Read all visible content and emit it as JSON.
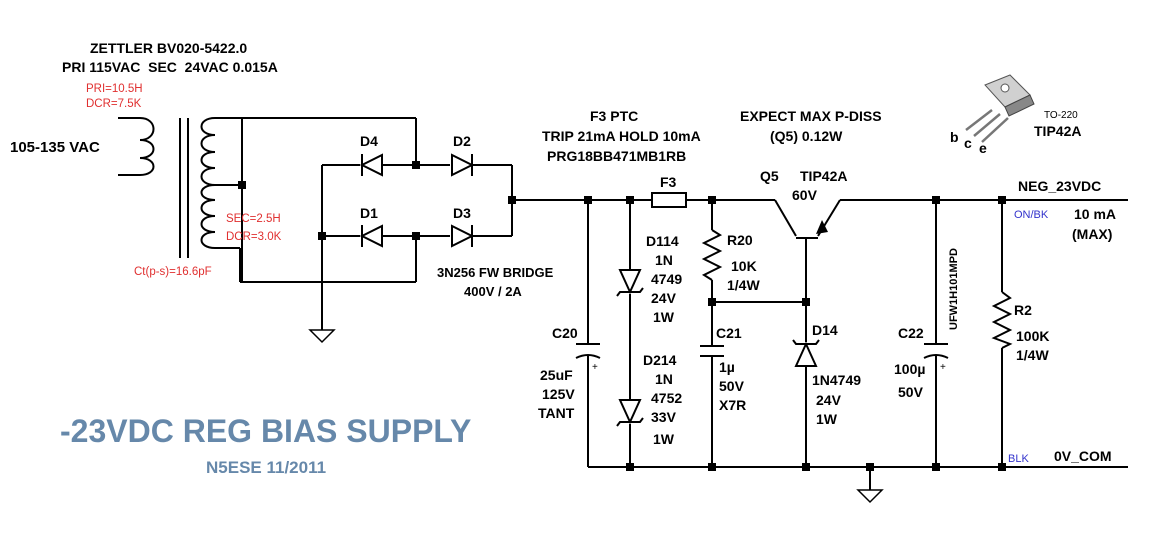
{
  "transformer": {
    "part": "ZETTLER BV020-5422.0",
    "rating": "PRI 115VAC  SEC  24VAC 0.015A",
    "pri_l": "PRI=10.5H",
    "pri_dcr": "DCR=7.5K",
    "sec_l": "SEC=2.5H",
    "sec_dcr": "DCR=3.0K",
    "cps": "Ct(p-s)=16.6pF"
  },
  "input": "105-135 VAC",
  "bridge": {
    "d4": "D4",
    "d2": "D2",
    "d1": "D1",
    "d3": "D3",
    "part": "3N256 FW BRIDGE",
    "rating": "400V / 2A"
  },
  "f3": {
    "title": "F3 PTC",
    "trip": "TRIP 21mA HOLD 10mA",
    "part": "PRG18BB471MB1RB",
    "ref": "F3"
  },
  "pdiss": {
    "line1": "EXPECT MAX P-DISS",
    "line2": "(Q5) 0.12W"
  },
  "q5": {
    "ref": "Q5",
    "part": "TIP42A",
    "volt": "60V"
  },
  "to220": {
    "pkg": "TO-220",
    "part": "TIP42A",
    "b": "b",
    "c": "c",
    "e": "e"
  },
  "output": {
    "net": "NEG_23VDC",
    "wire": "ON/BK",
    "current": "10 mA",
    "max": "(MAX)",
    "com_wire": "BLK",
    "com": "0V_COM"
  },
  "c20": {
    "ref": "C20",
    "val": "25uF",
    "volt": "125V",
    "type": "TANT"
  },
  "d114": {
    "ref": "D114",
    "l1": "1N",
    "l2": "4749",
    "l3": "24V",
    "l4": "1W"
  },
  "d214": {
    "ref": "D214",
    "l1": "1N",
    "l2": "4752",
    "l3": "33V",
    "l4": "1W"
  },
  "r20": {
    "ref": "R20",
    "val": "10K",
    "pwr": "1/4W"
  },
  "c21": {
    "ref": "C21",
    "val": "1µ",
    "volt": "50V",
    "type": "X7R"
  },
  "d14": {
    "ref": "D14",
    "part": "1N4749",
    "volt": "24V",
    "pwr": "1W"
  },
  "c22": {
    "ref": "C22",
    "val": "100µ",
    "volt": "50V",
    "part": "UFW1H101MPD"
  },
  "r2": {
    "ref": "R2",
    "val": "100K",
    "pwr": "1/4W"
  },
  "title": "-23VDC REG BIAS SUPPLY",
  "author": "N5ESE 11/2011",
  "plus": "+"
}
